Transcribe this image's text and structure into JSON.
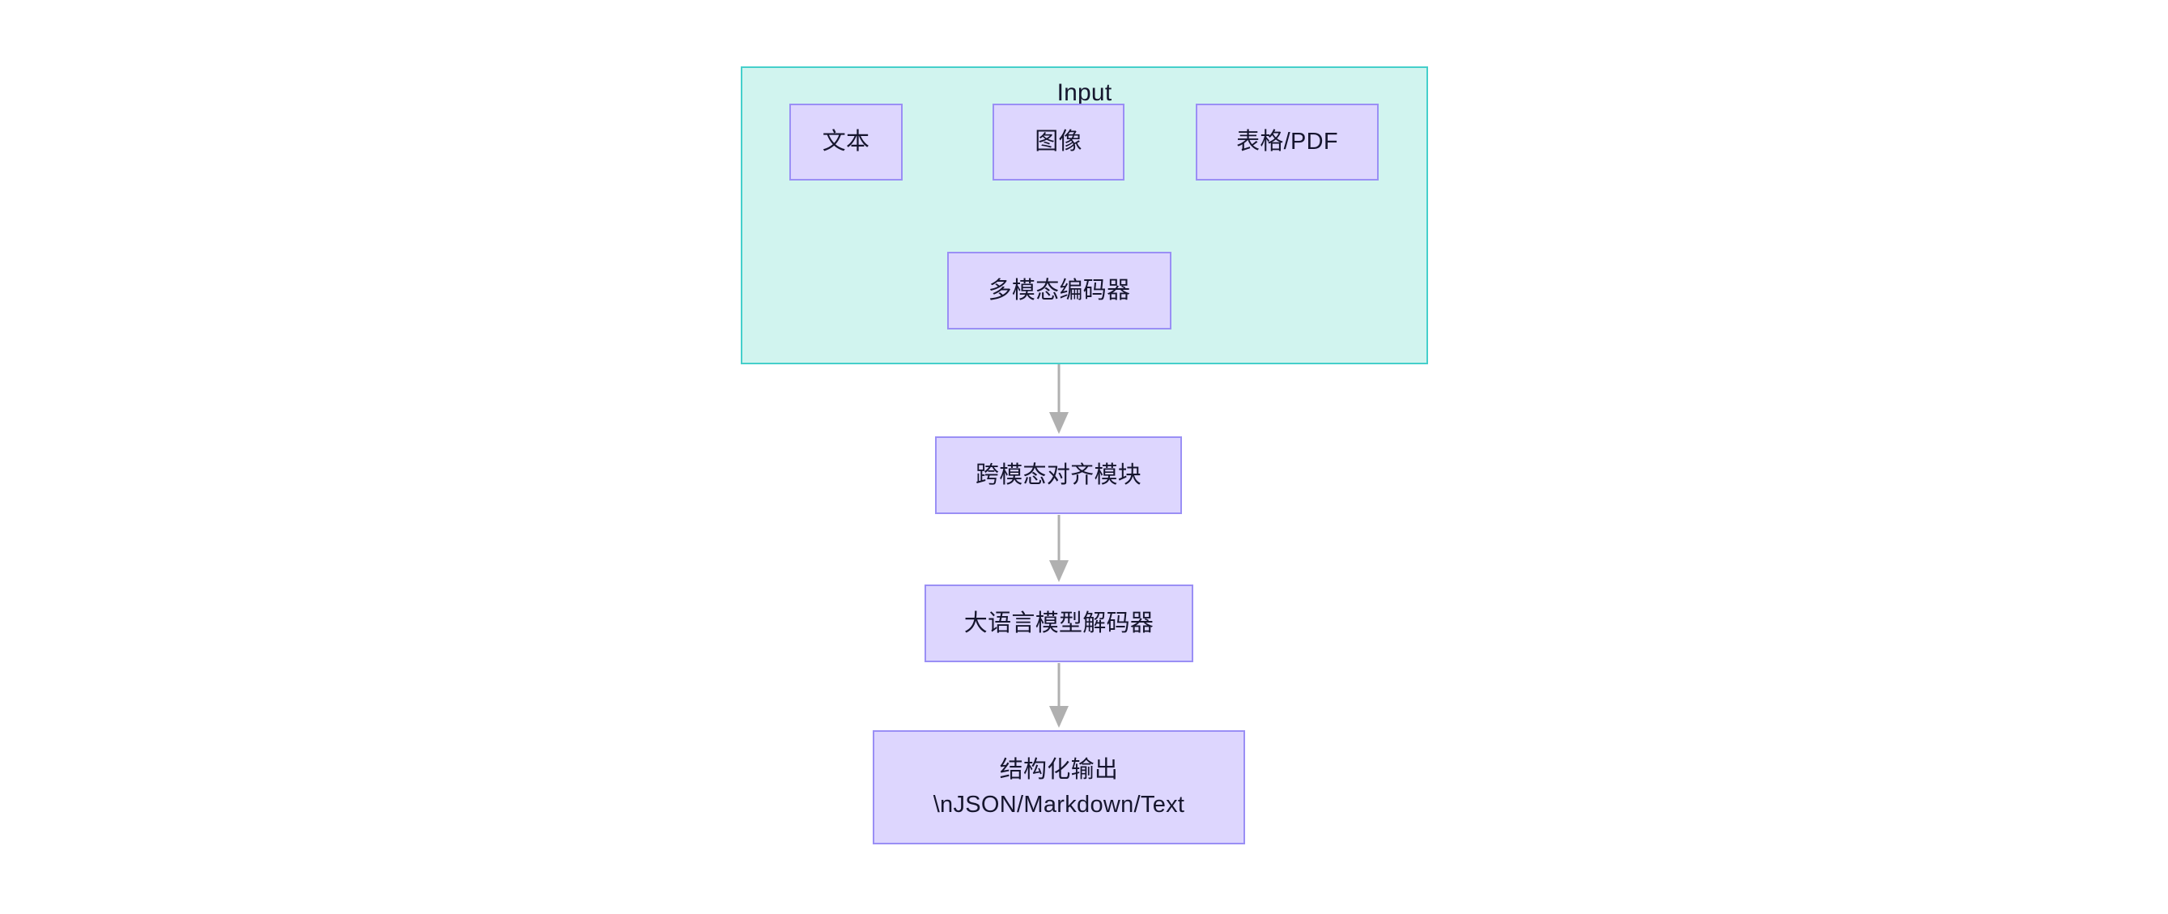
{
  "diagram": {
    "title_visible": false,
    "background": "#ffffff",
    "subgraph": {
      "label": "Input",
      "fill": "#d1f4ef",
      "stroke": "#45cfcb"
    },
    "node_style": {
      "fill": "#ddd6fe",
      "stroke": "#9a8ff5",
      "text_color": "#16162e"
    },
    "edge_style": {
      "stroke": "#b0b0b0"
    },
    "nodes": [
      {
        "id": "text",
        "label": "文本"
      },
      {
        "id": "image",
        "label": "图像"
      },
      {
        "id": "table",
        "label": "表格/PDF"
      },
      {
        "id": "encoder",
        "label": "多模态编码器"
      },
      {
        "id": "align",
        "label": "跨模态对齐模块"
      },
      {
        "id": "decoder",
        "label": "大语言模型解码器"
      },
      {
        "id": "output",
        "label": "结构化输出\n\\nJSON/Markdown/Text"
      }
    ],
    "edges": [
      {
        "from": "text",
        "to": "encoder",
        "shape": "curve"
      },
      {
        "from": "image",
        "to": "encoder",
        "shape": "straight"
      },
      {
        "from": "table",
        "to": "encoder",
        "shape": "curve"
      },
      {
        "from": "encoder",
        "to": "align",
        "shape": "straight"
      },
      {
        "from": "align",
        "to": "decoder",
        "shape": "straight"
      },
      {
        "from": "decoder",
        "to": "output",
        "shape": "straight"
      }
    ]
  }
}
